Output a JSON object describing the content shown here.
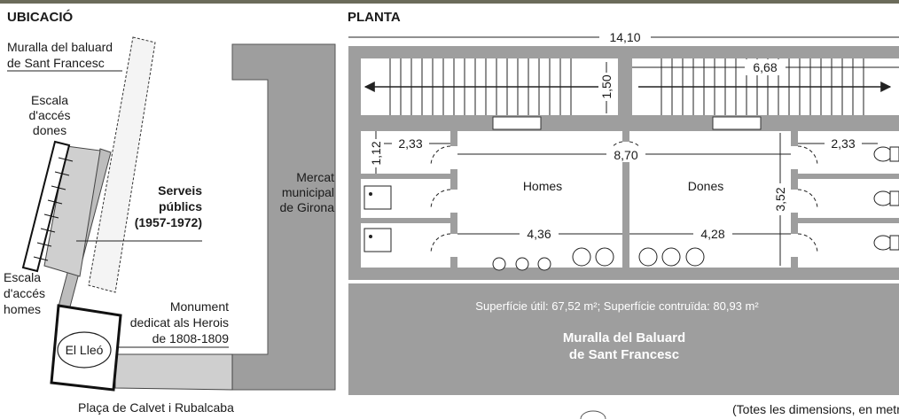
{
  "location": {
    "header": "UBICACIÓ",
    "wall_label": [
      "Muralla del baluard",
      "de Sant Francesc"
    ],
    "women_stair": [
      "Escala",
      "d'accés",
      "dones"
    ],
    "services": [
      "Serveis",
      "públics",
      "(1957-1972)"
    ],
    "men_stair": [
      "Escala",
      "d'accés",
      "homes"
    ],
    "market": [
      "Mercat",
      "municipal",
      "de Girona"
    ],
    "monument": [
      "Monument",
      "dedicat als Herois",
      "de 1808-1809"
    ],
    "lion": "El Lleó",
    "square": "Plaça de Calvet i Rubalcaba"
  },
  "plan": {
    "header": "PLANTA",
    "dims": {
      "total_width": "14,10",
      "stair_length": "6,68",
      "stair_depth": "1,50",
      "cabin_left": "2,33",
      "cabin_right": "2,33",
      "cabin_height": "1,12",
      "hall_width": "8,70",
      "men_width": "4,36",
      "women_width": "4,28",
      "room_depth": "3,52"
    },
    "rooms": {
      "men": "Homes",
      "women": "Dones"
    },
    "surface": "Superfície útil: 67,52 m²; Superfície contruïda: 80,93 m²",
    "wall_name": [
      "Muralla del Baluard",
      "de Sant Francesc"
    ],
    "note": "(Totes les dimensions, en metres)"
  }
}
